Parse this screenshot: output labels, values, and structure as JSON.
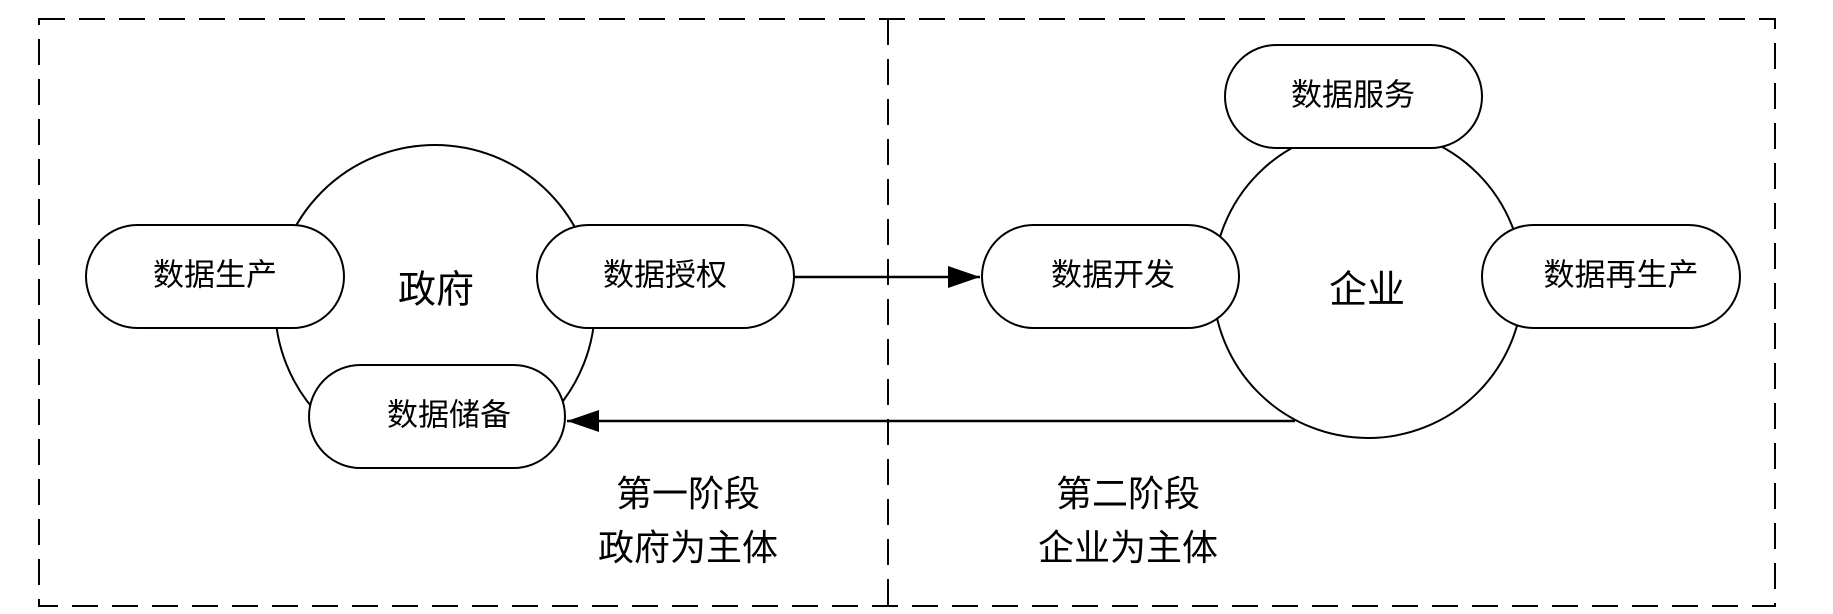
{
  "colors": {
    "line": "#000000",
    "background": "#ffffff"
  },
  "stage1": {
    "actor": "政府",
    "title": "第一阶段",
    "subtitle": "政府为主体",
    "nodes": {
      "production": "数据生产",
      "authorization": "数据授权",
      "storage": "数据储备"
    }
  },
  "stage2": {
    "actor": "企业",
    "title": "第二阶段",
    "subtitle": "企业为主体",
    "nodes": {
      "service": "数据服务",
      "development": "数据开发",
      "reproduction": "数据再生产"
    }
  }
}
